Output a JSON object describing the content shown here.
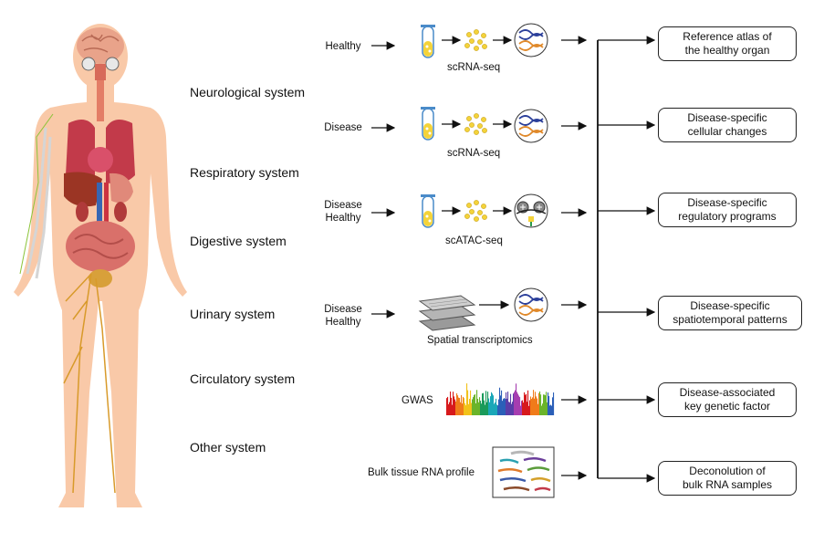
{
  "systems": [
    "Neurological system",
    "Respiratory system",
    "Digestive system",
    "Urinary system",
    "Circulatory system",
    "Other system"
  ],
  "rows": [
    {
      "conditions": [
        "Healthy"
      ],
      "method": "scRNA-seq"
    },
    {
      "conditions": [
        "Disease"
      ],
      "method": "scRNA-seq"
    },
    {
      "conditions": [
        "Disease",
        "Healthy"
      ],
      "method": "scATAC-seq"
    },
    {
      "conditions": [
        "Disease",
        "Healthy"
      ],
      "method": "Spatial transcriptomics"
    },
    {
      "conditions": [],
      "method": "GWAS"
    },
    {
      "conditions": [],
      "method": "Bulk tissue RNA profile"
    }
  ],
  "outputs": [
    [
      "Reference atlas of",
      "the healthy organ"
    ],
    [
      "Disease-specific",
      "cellular changes"
    ],
    [
      "Disease-specific",
      "regulatory programs"
    ],
    [
      "Disease-specific",
      "spatiotemporal patterns"
    ],
    [
      "Disease-associated",
      "key genetic factor"
    ],
    [
      "Deconolution of",
      "bulk RNA samples"
    ]
  ],
  "colors": {
    "skin": "#f9c9a8",
    "brain": "#e9a38a",
    "lung": "#c23a4a",
    "liver": "#9b3524",
    "intestine": "#d9706a",
    "nerve": "#d89a2a",
    "tube_liquid": "#f4d33a",
    "dna_blue": "#2b3f9a",
    "dna_orange": "#e0892a"
  },
  "icons": [
    "human-anatomy",
    "test-tube-icon",
    "cells-icon",
    "dna-circle-icon",
    "chromatin-circle-icon",
    "tissue-slides-icon",
    "manhattan-plot-icon",
    "gene-profile-icon"
  ]
}
